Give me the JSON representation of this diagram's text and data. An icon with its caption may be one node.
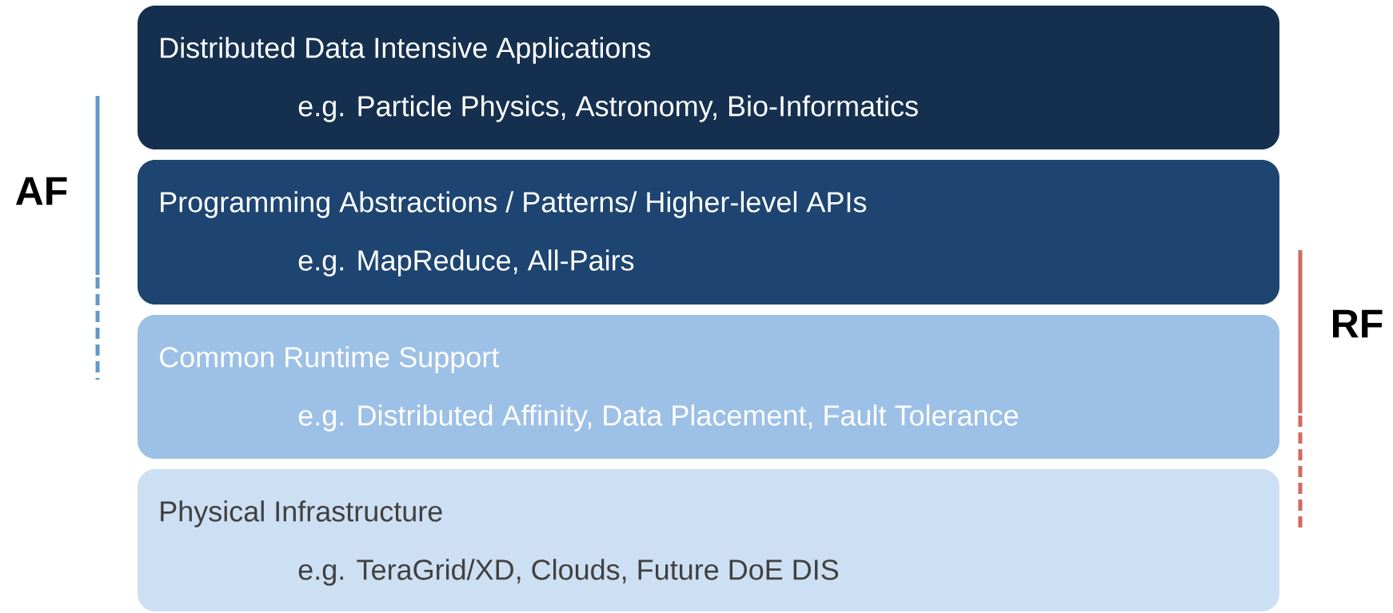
{
  "diagram": {
    "nodes": [
      {
        "text": [
          "Distributed Data Intensive Applications",
          "e.g. Particle Physics, Astronomy, Bio-Informatics"
        ]
      },
      {
        "text": [
          "Programming Abstractions / Patterns/ Higher-level APIs",
          "e.g. MapReduce, All-Pairs"
        ]
      },
      {
        "text": [
          "Common Runtime Support",
          "e.g. Distributed Affinity, Data Placement, Fault Tolerance"
        ]
      },
      {
        "text": [
          "Physical Infrastructure",
          "e.g. TeraGrid/XD,  Clouds, Future DoE DIS"
        ]
      }
    ],
    "labels": [
      "AF",
      "RF"
    ]
  }
}
